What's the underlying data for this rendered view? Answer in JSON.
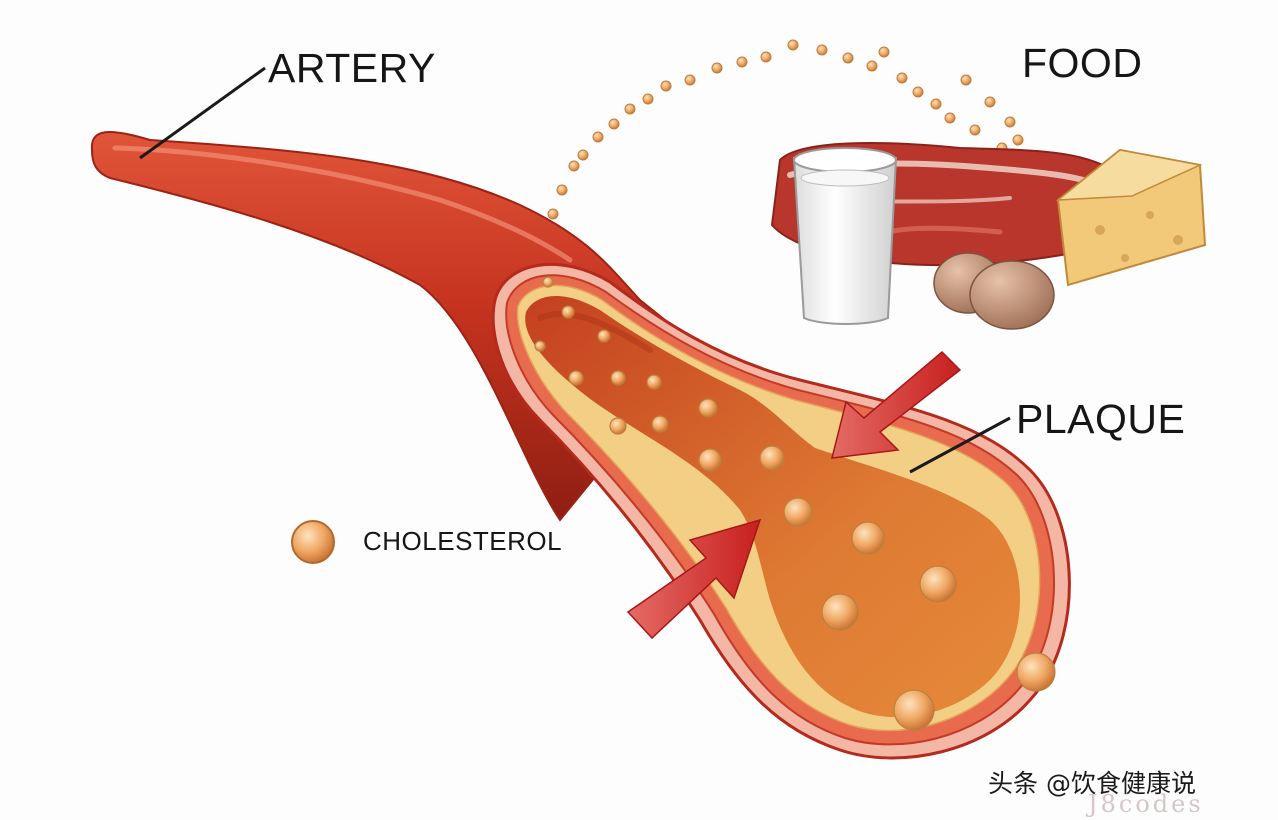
{
  "labels": {
    "artery": "ARTERY",
    "food": "FOOD",
    "plaque": "PLAQUE",
    "cholesterol": "CHOLESTEROL"
  },
  "watermark": {
    "author": "头条 @饮食健康说",
    "site": "J8codes"
  },
  "colors": {
    "artery_wall": "#c23a24",
    "vessel_interior": "#d9702e",
    "plaque": "#f3cf86",
    "cholesterol": "#efa35e",
    "arrow": "#cf2a2a",
    "cheese": "#f2c879",
    "meat": "#b8362c",
    "milk": "#f2f2f2",
    "egg": "#b8846a"
  },
  "icons": [
    "artery-icon",
    "food-icon",
    "milk-glass-icon",
    "meat-icon",
    "cheese-icon",
    "egg-icon",
    "cholesterol-icon",
    "compression-arrow-icon"
  ]
}
